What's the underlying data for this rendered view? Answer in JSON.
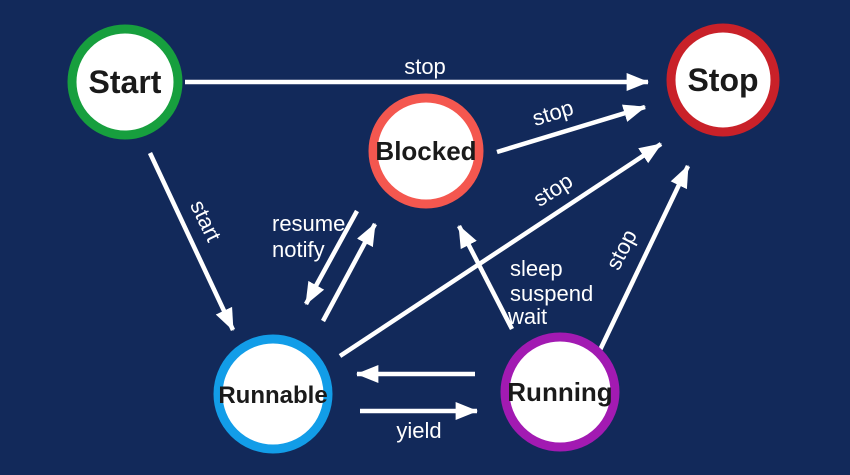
{
  "diagram": {
    "background_color": "#12295a",
    "arrow_color": "#ffffff",
    "label_color": "#ffffff",
    "node_fill": "#ffffff",
    "node_text_color": "#1a1a1a",
    "nodes": {
      "start": {
        "label": "Start",
        "color": "#179f3e"
      },
      "stop": {
        "label": "Stop",
        "color": "#c92129"
      },
      "blocked": {
        "label": "Blocked",
        "color": "#f4574f"
      },
      "runnable": {
        "label": "Runnable",
        "color": "#129de8"
      },
      "running": {
        "label": "Running",
        "color": "#a21ab2"
      }
    },
    "edges": {
      "start_stop": {
        "label": "stop"
      },
      "start_runnable": {
        "label": "start"
      },
      "blocked_stop": {
        "label": "stop"
      },
      "runnable_stop": {
        "label": "stop"
      },
      "running_stop": {
        "label": "stop"
      },
      "blocked_runnable": {
        "label_line1": "resume",
        "label_line2": "notify"
      },
      "running_blocked": {
        "label_line1": "sleep",
        "label_line2": "suspend",
        "label_line3": "wait"
      },
      "runnable_running": {
        "label": "yield"
      }
    }
  }
}
